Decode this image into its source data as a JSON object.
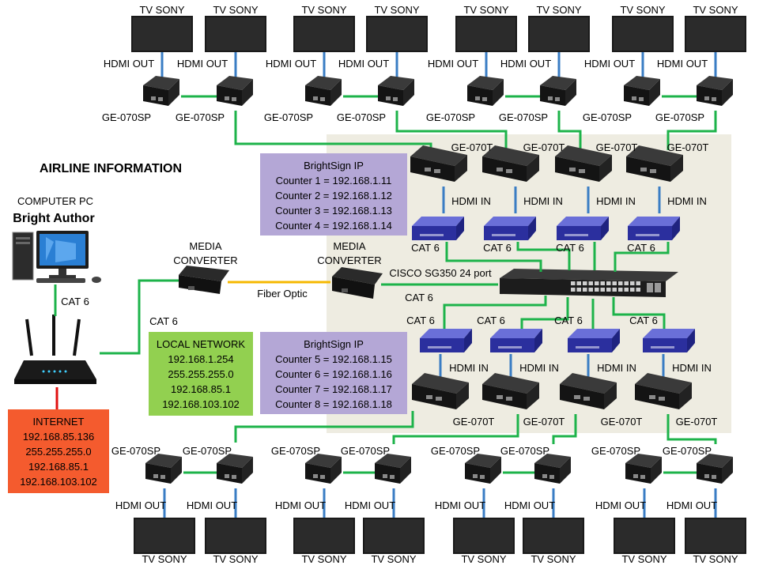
{
  "title": "AIRLINE INFORMATION",
  "computer": {
    "line1": "COMPUTER PC",
    "line2": "Bright Author"
  },
  "labels": {
    "tv": "TV SONY",
    "hdmi_out": "HDMI OUT",
    "hdmi_in": "HDMI IN",
    "receiver": "GE-070SP",
    "transmitter": "GE-070T",
    "cat6": "CAT 6",
    "media_converter": [
      "MEDIA",
      "CONVERTER"
    ],
    "fiber": "Fiber Optic",
    "switch": "CISCO SG350 24 port"
  },
  "brightsign_top": {
    "title": "BrightSign IP",
    "lines": [
      "Counter 1 = 192.168.1.11",
      "Counter 2 = 192.168.1.12",
      "Counter 3 = 192.168.1.13",
      "Counter 4 = 192.168.1.14"
    ]
  },
  "brightsign_bottom": {
    "title": "BrightSign IP",
    "lines": [
      "Counter 5 = 192.168.1.15",
      "Counter 6 = 192.168.1.16",
      "Counter 7 = 192.168.1.17",
      "Counter 8 = 192.168.1.18"
    ]
  },
  "local_network": {
    "title": "LOCAL NETWORK",
    "lines": [
      "192.168.1.254",
      "255.255.255.0",
      "192.168.85.1",
      "192.168.103.102"
    ]
  },
  "internet": {
    "title": "INTERNET",
    "lines": [
      "192.168.85.136",
      "255.255.255.0",
      "192.168.85.1",
      "192.168.103.102"
    ]
  },
  "colors": {
    "cat6": "#1db34a",
    "hdmi": "#3a7dc4",
    "fiber": "#f5b800",
    "internet_line": "#e01010",
    "panel_bg": "#eeece1",
    "purple_box": "#b4a7d6",
    "green_box": "#92d050",
    "orange_box": "#f45b2e"
  }
}
